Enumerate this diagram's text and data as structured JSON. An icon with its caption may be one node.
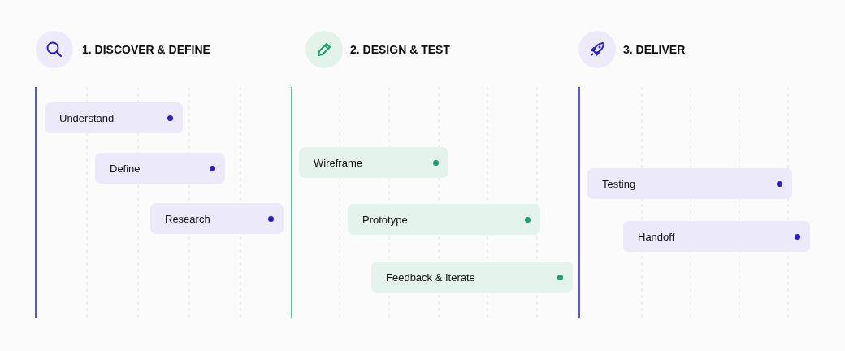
{
  "diagram": {
    "nodes": [
      {
        "text": [
          "Understand"
        ]
      },
      {
        "text": [
          "Define"
        ]
      },
      {
        "text": [
          "Research"
        ]
      },
      {
        "text": [
          "Wireframe"
        ]
      },
      {
        "text": [
          "Prototype"
        ]
      },
      {
        "text": [
          "Feedback & Iterate"
        ]
      },
      {
        "text": [
          "Testing"
        ]
      },
      {
        "text": [
          "Handoff"
        ]
      }
    ],
    "labels": [
      "1. DISCOVER & DEFINE",
      "2. DESIGN & TEST",
      "3. DELIVER"
    ]
  }
}
